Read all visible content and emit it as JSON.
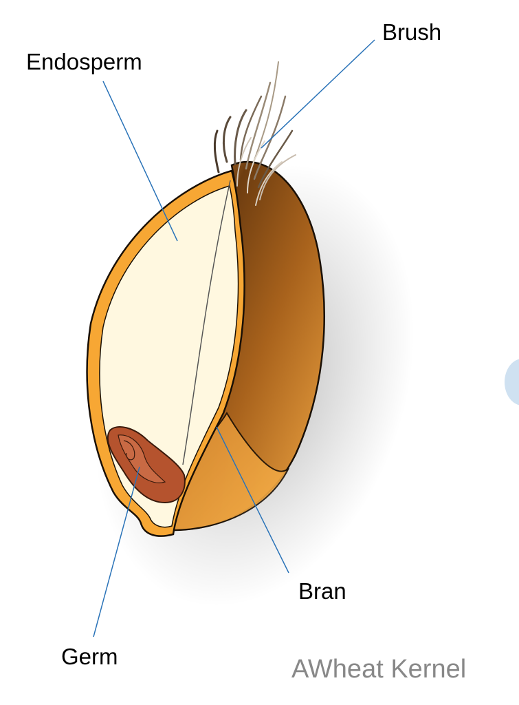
{
  "labels": {
    "brush": "Brush",
    "endosperm": "Endosperm",
    "bran": "Bran",
    "germ": "Germ"
  },
  "caption": "AWheat Kernel",
  "colors": {
    "bran_outline": "#f7a734",
    "endosperm": "#fff8e0",
    "bran_dark": "#6e3d10",
    "bran_mid": "#c27a26",
    "bran_light": "#f4aa45",
    "germ": "#b5532e",
    "leader_line": "#2a73b8",
    "caption_text": "#888888"
  }
}
